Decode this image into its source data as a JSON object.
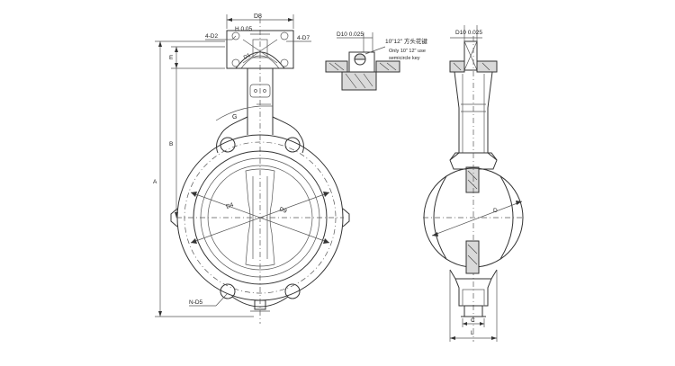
{
  "labels": {
    "d8": "D8",
    "h": "H 0.05",
    "d2": "4-D2",
    "d7": "4-D7",
    "e": "E",
    "d1": "D1",
    "g": "G",
    "b": "B",
    "a": "A",
    "d4": "D4",
    "d9": "D9",
    "n_d5": "N-D5",
    "d10_left": "D10 0.025",
    "d10_right": "D10 0.025",
    "key_cn": "10\"12\" 方头花键",
    "key_en_line1": "Only 10\"  12\"  use",
    "key_en_line2": "semicircle key",
    "d_side": "D",
    "c": "C",
    "l": "L"
  }
}
